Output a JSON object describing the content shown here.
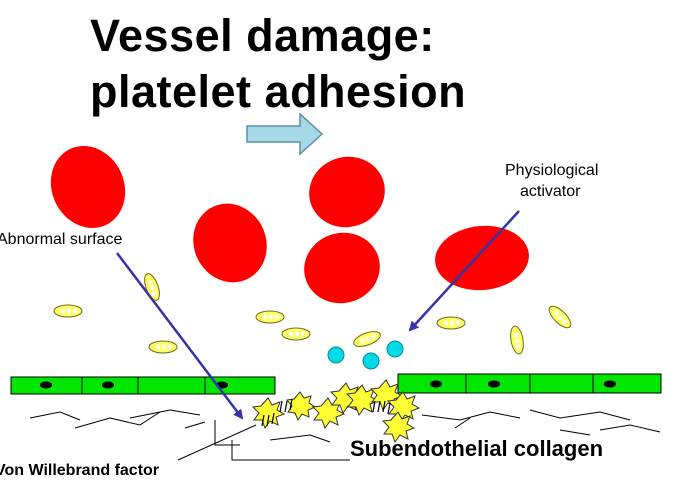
{
  "slide": {
    "title_line1": "Vessel damage:",
    "title_line2": "platelet adhesion"
  },
  "labels": {
    "abnormal_surface": "Abnormal surface",
    "physiological_line1": "Physiological",
    "physiological_line2": "activator",
    "von_willebrand": "Von Willebrand factor",
    "subendothelial": "Subendothelial collagen"
  },
  "colors": {
    "red_cell": "#ff0000",
    "endothelium": "#00e600",
    "platelet": "#ffff66",
    "activator_dot": "#00d9e6",
    "arrow": "#3333aa",
    "flow_arrow": "#a6d8e6",
    "activated_platelet": "#ffff33"
  }
}
